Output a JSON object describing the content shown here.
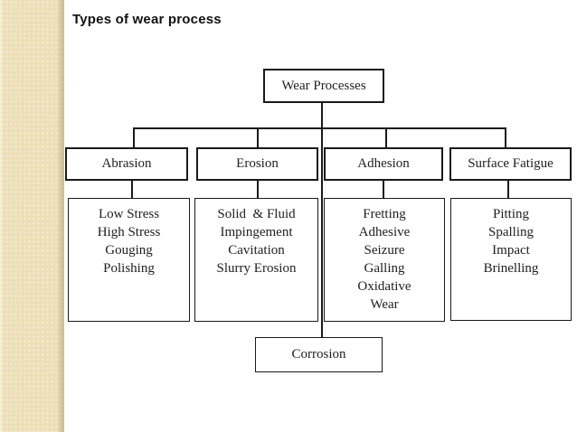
{
  "page": {
    "title": "Types of wear process"
  },
  "sidebar": {
    "bg_color": "#ecdfb8",
    "dot_color": "#f6eed6",
    "edge_color": "#cdc09a"
  },
  "diagram": {
    "root": {
      "label": "Wear Processes"
    },
    "branches": [
      {
        "label": "Abrasion",
        "items": [
          "Low Stress",
          "High Stress",
          "Gouging",
          "Polishing"
        ]
      },
      {
        "label": "Erosion",
        "items": [
          "Solid  & Fluid",
          "Impingement",
          "Cavitation",
          "Slurry Erosion"
        ]
      },
      {
        "label": "Adhesion",
        "items": [
          "Fretting",
          "Adhesive",
          "Seizure",
          "Galling",
          "Oxidative",
          "Wear"
        ]
      },
      {
        "label": "Surface Fatigue",
        "items": [
          "Pitting",
          "Spalling",
          "Impact",
          "Brinelling"
        ]
      }
    ],
    "bottom": {
      "label": "Corrosion"
    },
    "colors": {
      "line": "#1a1a1a",
      "box_border": "#1a1a1a",
      "text": "#1e1e1e",
      "background": "#ffffff"
    }
  }
}
